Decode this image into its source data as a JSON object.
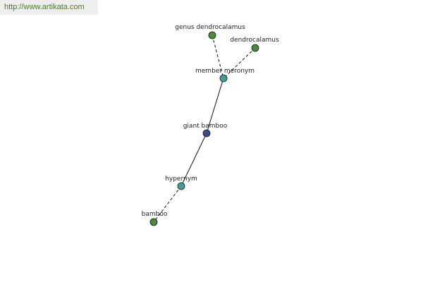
{
  "watermark": {
    "text": "http://www.artikata.com",
    "color": "#4a7a2c"
  },
  "diagram": {
    "nodes": [
      {
        "id": "genus-dendrocalamus",
        "label": "genus dendrocalamus",
        "kind": "term",
        "color": "#4a8a3a"
      },
      {
        "id": "dendrocalamus",
        "label": "dendrocalamus",
        "kind": "term",
        "color": "#4a8a3a"
      },
      {
        "id": "member-meronym",
        "label": "member meronym",
        "kind": "relation",
        "color": "#4a9a9a"
      },
      {
        "id": "giant-bamboo",
        "label": "giant bamboo",
        "kind": "focus",
        "color": "#3a4a8a"
      },
      {
        "id": "hypernym",
        "label": "hypernym",
        "kind": "relation",
        "color": "#4a9a9a"
      },
      {
        "id": "bamboo",
        "label": "bamboo",
        "kind": "term",
        "color": "#4a8a3a"
      }
    ],
    "edges": [
      {
        "from": "genus-dendrocalamus",
        "to": "member-meronym",
        "style": "dashed"
      },
      {
        "from": "dendrocalamus",
        "to": "member-meronym",
        "style": "dashed"
      },
      {
        "from": "member-meronym",
        "to": "giant-bamboo",
        "style": "solid"
      },
      {
        "from": "giant-bamboo",
        "to": "hypernym",
        "style": "solid"
      },
      {
        "from": "hypernym",
        "to": "bamboo",
        "style": "dashed"
      }
    ]
  }
}
